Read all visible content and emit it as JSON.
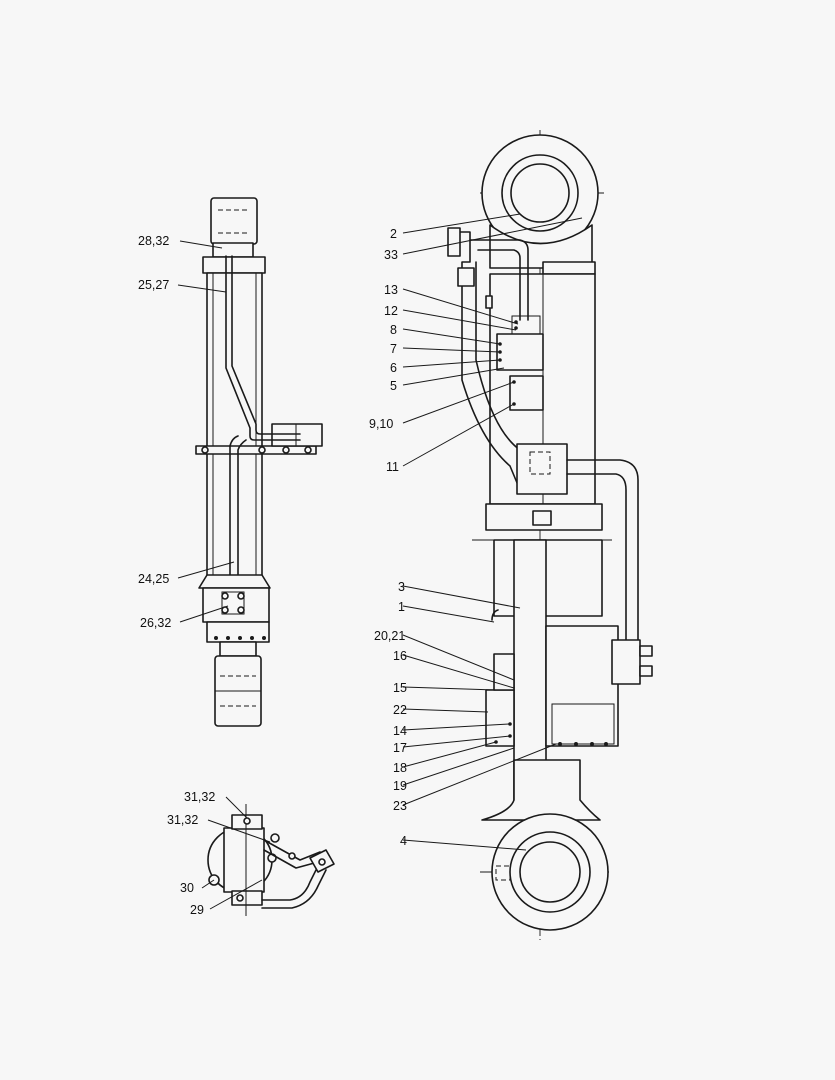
{
  "callouts": {
    "left": {
      "l28_32": "28,32",
      "l25_27": "25,27",
      "l24_25": "24,25",
      "l26_32": "26,32"
    },
    "detail": {
      "l31_32a": "31,32",
      "l31_32b": "31,32",
      "l30": "30",
      "l29": "29"
    },
    "right": {
      "l2": "2",
      "l33": "33",
      "l13": "13",
      "l12": "12",
      "l8": "8",
      "l7": "7",
      "l6": "6",
      "l5": "5",
      "l9_10": "9,10",
      "l11": "11",
      "l3": "3",
      "l1": "1",
      "l20_21": "20,21",
      "l16": "16",
      "l15": "15",
      "l22": "22",
      "l14": "14",
      "l17": "17",
      "l18": "18",
      "l19": "19",
      "l23": "23",
      "l4": "4"
    }
  }
}
